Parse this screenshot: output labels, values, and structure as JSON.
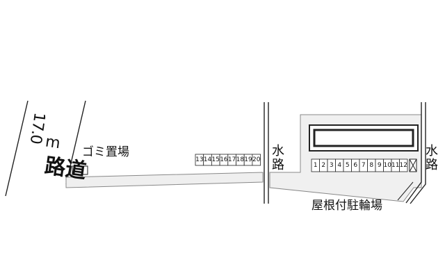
{
  "road": {
    "width": "17.0",
    "unit": "m",
    "name": "道路"
  },
  "water_left": "水路",
  "water_right": "水路",
  "trash_area": "ゴミ置場",
  "bike_parking": "屋根付駐輪場",
  "parking_left": [
    "13",
    "14",
    "15",
    "16",
    "17",
    "18",
    "19",
    "20"
  ],
  "parking_right": [
    "1",
    "2",
    "3",
    "4",
    "5",
    "6",
    "7",
    "8",
    "9",
    "10",
    "11",
    "12"
  ],
  "colors": {
    "line": "#222222",
    "driveway": "#efefef",
    "lot": "#f0f0f0"
  }
}
